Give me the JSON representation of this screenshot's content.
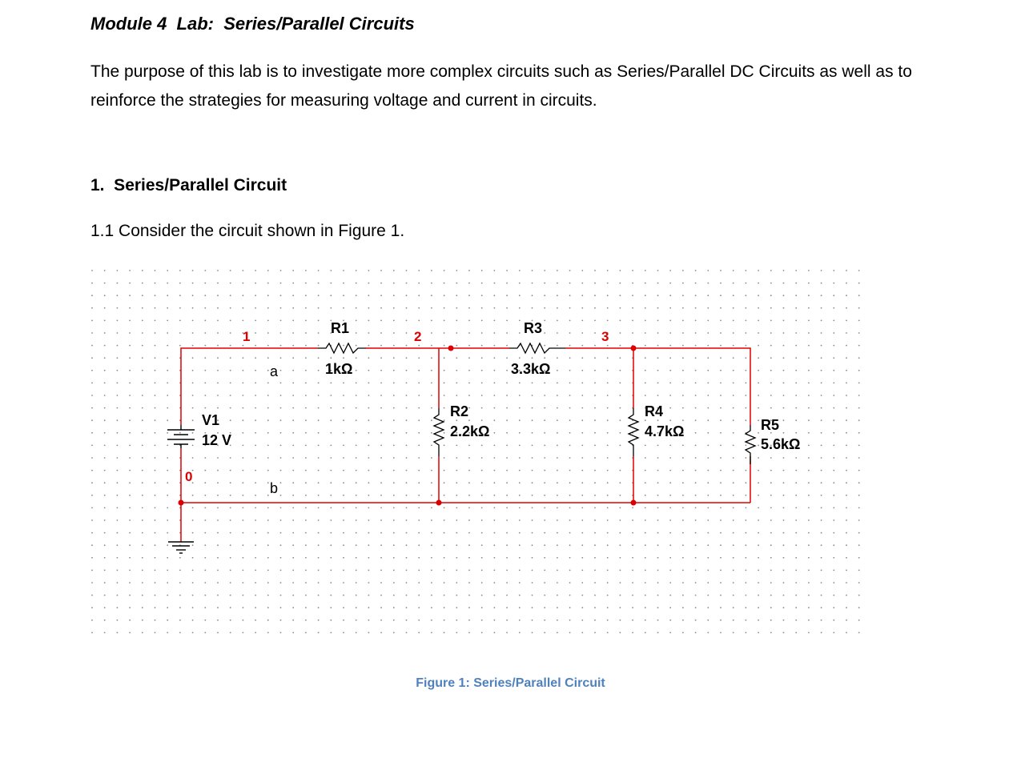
{
  "document": {
    "title": "Module 4  Lab:  Series/Parallel Circuits",
    "intro": "The purpose of this lab is to investigate more complex circuits such as Series/Parallel DC Circuits as well as to reinforce the strategies for measuring voltage and current in circuits.",
    "section_heading": "1.  Series/Parallel Circuit",
    "step_text": "1.1 Consider the circuit shown in Figure 1.",
    "figure_caption": "Figure 1:  Series/Parallel Circuit"
  },
  "circuit": {
    "source": {
      "name": "V1",
      "value": "12 V"
    },
    "resistors": [
      {
        "name": "R1",
        "value": "1kΩ"
      },
      {
        "name": "R2",
        "value": "2.2kΩ"
      },
      {
        "name": "R3",
        "value": "3.3kΩ"
      },
      {
        "name": "R4",
        "value": "4.7kΩ"
      },
      {
        "name": "R5",
        "value": "5.6kΩ"
      }
    ],
    "nodes": [
      "1",
      "2",
      "3",
      "0"
    ],
    "points": [
      "a",
      "b"
    ],
    "wire_color": "#dd0000",
    "node_label_color": "#dd0000",
    "component_color": "#000000"
  }
}
